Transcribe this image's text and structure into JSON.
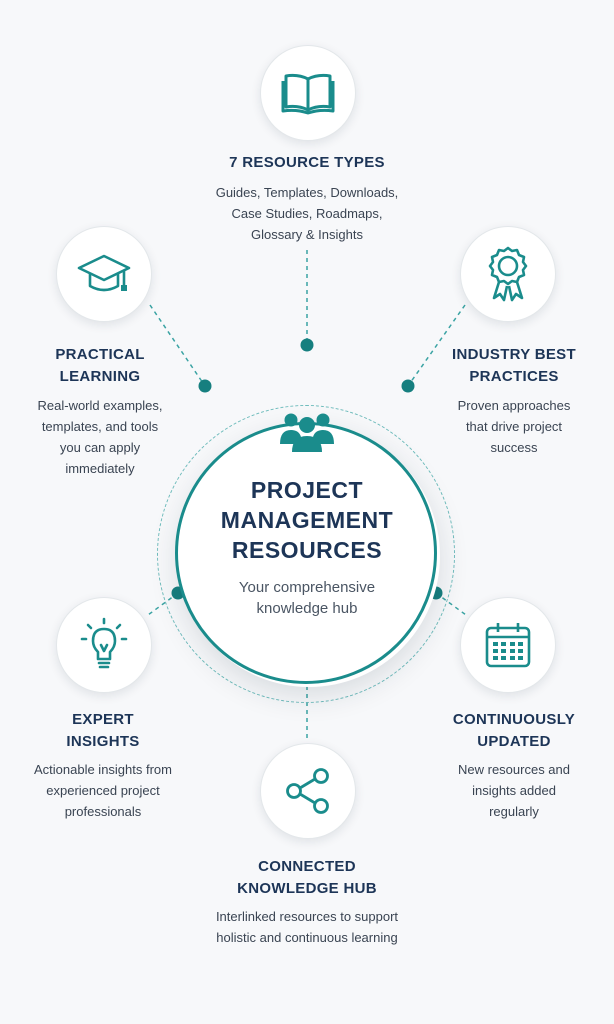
{
  "colors": {
    "teal": "#1a8c8c",
    "navy": "#1d3557",
    "text": "#3a4452",
    "background": "#f7f8fa"
  },
  "center": {
    "icon": "people-group-icon",
    "title_lines": [
      "PROJECT",
      "MANAGEMENT",
      "RESOURCES"
    ],
    "subtitle_lines": [
      "Your comprehensive",
      "knowledge hub"
    ]
  },
  "nodes": {
    "resource_types": {
      "icon": "open-book-icon",
      "title_lines": [
        "7 RESOURCE TYPES"
      ],
      "desc_lines": [
        "Guides, Templates, Downloads,",
        "Case Studies, Roadmaps,",
        "Glossary & Insights"
      ]
    },
    "practical_learning": {
      "icon": "graduation-cap-icon",
      "title_lines": [
        "PRACTICAL",
        "LEARNING"
      ],
      "desc_lines": [
        "Real-world examples,",
        "templates, and tools",
        "you can apply",
        "immediately"
      ]
    },
    "industry_best_practices": {
      "icon": "award-ribbon-icon",
      "title_lines": [
        "INDUSTRY BEST",
        "PRACTICES"
      ],
      "desc_lines": [
        "Proven approaches",
        "that drive project",
        "success"
      ]
    },
    "expert_insights": {
      "icon": "lightbulb-icon",
      "title_lines": [
        "EXPERT",
        "INSIGHTS"
      ],
      "desc_lines": [
        "Actionable insights from",
        "experienced project",
        "professionals"
      ]
    },
    "continuously_updated": {
      "icon": "calendar-icon",
      "title_lines": [
        "CONTINUOUSLY",
        "UPDATED"
      ],
      "desc_lines": [
        "New resources and",
        "insights added",
        "regularly"
      ]
    },
    "connected_hub": {
      "icon": "share-nodes-icon",
      "title_lines": [
        "CONNECTED",
        "KNOWLEDGE HUB"
      ],
      "desc_lines": [
        "Interlinked resources to support",
        "holistic and continuous learning"
      ]
    }
  }
}
